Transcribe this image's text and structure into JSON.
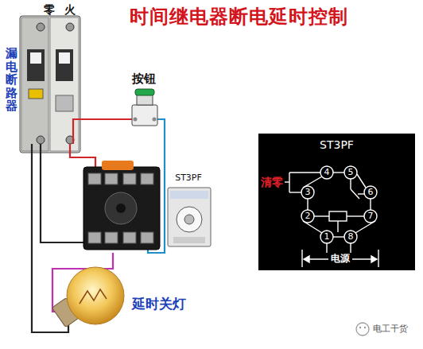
{
  "diagram": {
    "title": "时间继电器断电延时控制",
    "nodes": [
      {
        "text": [
          "ST3PF"
        ]
      }
    ],
    "labels": [
      "零",
      "火",
      "漏电断路器",
      "按钮",
      "ST3PF",
      "清零",
      "4",
      "5",
      "6",
      "3",
      "2",
      "7",
      "1",
      "8",
      "电源",
      "延时关灯",
      "电工干货"
    ]
  }
}
